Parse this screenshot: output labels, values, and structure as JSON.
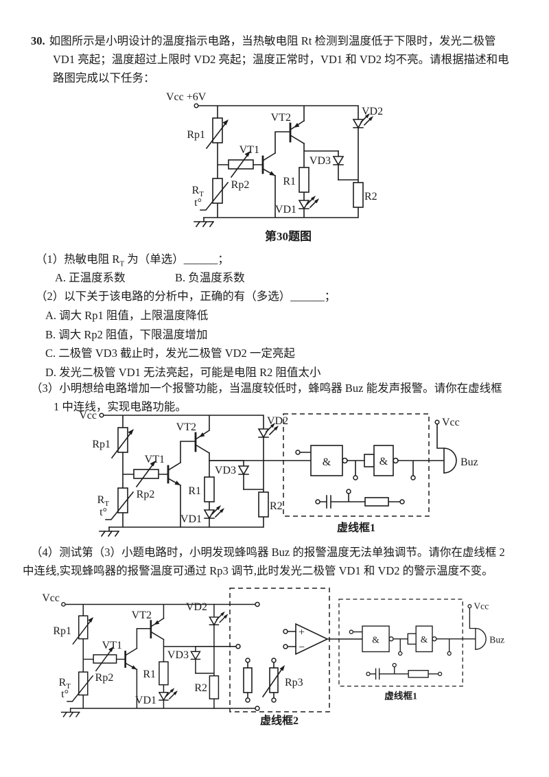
{
  "page": {
    "bg": "#ffffff",
    "ink": "#1c1c1c"
  },
  "problem": {
    "number": "30.",
    "intro_lines": [
      "如图所示是小明设计的温度指示电路，当热敏电阻 Rt 检测到温度低于下限时，发光二极管",
      "VD1 亮起；温度超过上限时 VD2 亮起；温度正常时，VD1 和 VD2 均不亮。请根据描述和电",
      "路图完成以下任务："
    ]
  },
  "q1": {
    "prefix": "（1）热敏电阻 R",
    "sub": "T",
    "mid": " 为（单选）",
    "blank": "______",
    "end": "；",
    "option_a": "A. 正温度系数",
    "option_b": "B. 负温度系数"
  },
  "q2": {
    "stem": "（2）以下关于该电路的分析中，正确的有（多选）",
    "blank": "______",
    "end": "；",
    "options": [
      "A. 调大 Rp1 阻值，上限温度降低",
      "B. 调大 Rp2 阻值，下限温度增加",
      "C. 二极管 VD3 截止时，发光二极管 VD2 一定亮起",
      "D. 发光二极管 VD1 无法亮起，可能是电阻 R2 阻值太小"
    ]
  },
  "q3": {
    "line1": "（3）小明想给电路增加一个报警功能，当温度较低时，蜂鸣器 Buz 能发声报警。请你在虚线框",
    "line2": "1 中连线，实现电路功能。"
  },
  "q4": {
    "line1": "（4）测试第（3）小题电路时，小明发现蜂鸣器 Buz 的报警温度无法单独调节。请你在虚线框 2",
    "line2": "中连线,实现蜂鸣器的报警温度可通过 Rp3 调节,此时发光二极管 VD1 和 VD2 的警示温度不变。"
  },
  "circuit": {
    "rp1": "Rp1",
    "rp2": "Rp2",
    "vt1": "VT1",
    "vt2": "VT2",
    "vd1": "VD1",
    "vd2": "VD2",
    "vd3": "VD3",
    "r1": "R1",
    "r2": "R2",
    "rt_r": "R",
    "rt_t": "T",
    "rt_deg": "t°"
  },
  "fig1": {
    "vcc_label": "Vcc +6V",
    "caption": "第30题图"
  },
  "fig2": {
    "vcc_label": "Vcc"
  },
  "fig3": {
    "vcc_label": "Vcc",
    "rp3": "Rp3",
    "opamp_plus": "+",
    "opamp_minus": "−",
    "box2_label": "虚线框2"
  },
  "alarm": {
    "box_label": "虚线框1",
    "nand": "&",
    "vcc": "Vcc",
    "buz": "Buz"
  }
}
